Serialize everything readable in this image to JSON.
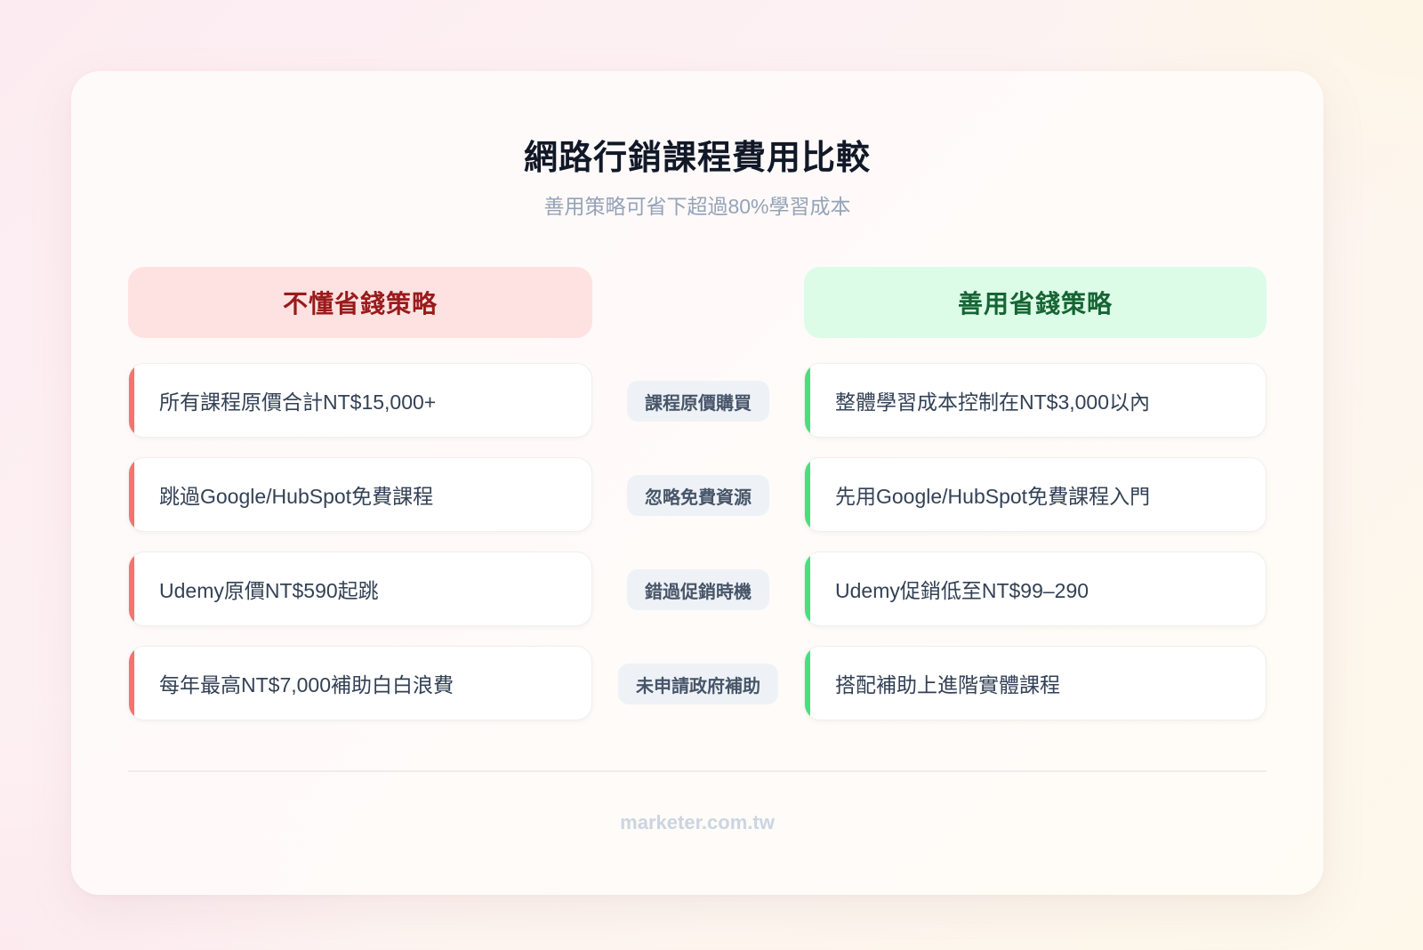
{
  "header": {
    "title": "網路行銷課程費用比較",
    "subtitle": "善用策略可省下超過80%學習成本"
  },
  "columns": {
    "bad": {
      "label": "不懂省錢策略",
      "accent": "#f87171",
      "header_bg": "#fee2e2",
      "header_color": "#991b1b"
    },
    "good": {
      "label": "善用省錢策略",
      "accent": "#4ade80",
      "header_bg": "#dcfce7",
      "header_color": "#166534"
    }
  },
  "rows": [
    {
      "bad": "所有課程原價合計NT$15,000+",
      "tag": "課程原價購買",
      "good": "整體學習成本控制在NT$3,000以內"
    },
    {
      "bad": "跳過Google/HubSpot免費課程",
      "tag": "忽略免費資源",
      "good": "先用Google/HubSpot免費課程入門"
    },
    {
      "bad": "Udemy原價NT$590起跳",
      "tag": "錯過促銷時機",
      "good": "Udemy促銷低至NT$99–290"
    },
    {
      "bad": "每年最高NT$7,000補助白白浪費",
      "tag": "未申請政府補助",
      "good": "搭配補助上進階實體課程"
    }
  ],
  "footer": {
    "source": "marketer.com.tw"
  }
}
